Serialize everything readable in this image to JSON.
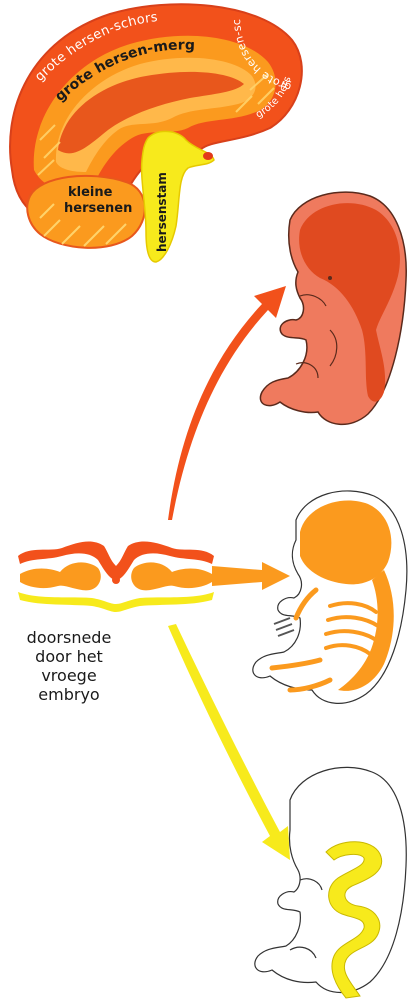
{
  "brain": {
    "labels": {
      "cortex_left": "grote hersen-schors",
      "cortex_right": "grote hersen-schors",
      "cortex_lower": "grote hersen-schors",
      "white_matter": "grote hersen-merg",
      "cerebellum_line1": "kleine",
      "cerebellum_line2": "hersenen",
      "brainstem": "hersenstam"
    }
  },
  "caption": {
    "lines": [
      "doorsnede",
      "door het",
      "vroege",
      "embryo"
    ]
  },
  "colors": {
    "red_orange": "#f2511b",
    "dark_orange": "#e8571c",
    "orange": "#fb9a1e",
    "light_orange": "#ffb84a",
    "yellow": "#f7ea1c",
    "skin_red": "#ef7a5e",
    "outline": "#5a2a1c"
  }
}
